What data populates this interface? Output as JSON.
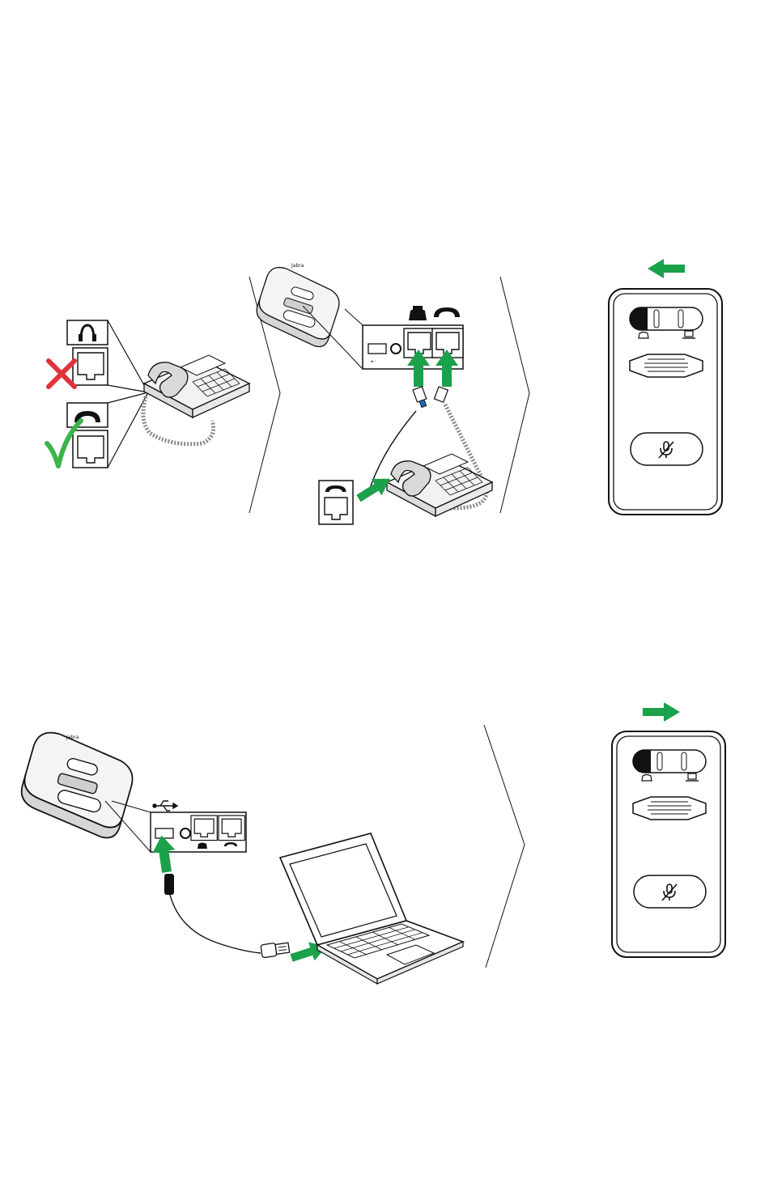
{
  "colors": {
    "line": "#111111",
    "arrow_green": "#1aa14a",
    "cross_red": "#e0323a",
    "check_green": "#3cb44b",
    "grey_fill": "#c9c9c9",
    "light_fill": "#eeeeee",
    "white": "#ffffff"
  },
  "brand_mark": "Jabra",
  "panel_desk_phone": {
    "icons": [
      "headset-port-icon",
      "handset-port-icon",
      "wrong-cross-icon",
      "correct-check-icon"
    ]
  },
  "panel_connect_phone": {
    "top_port_icons": [
      "desk-phone-icon",
      "handset-icon"
    ],
    "ports": [
      "usb-port",
      "aux-jack",
      "phone-port",
      "handset-port"
    ]
  },
  "panel_switch_phone": {
    "slide_direction": "left",
    "switch_icons": [
      "desk-phone-icon",
      "computer-icon"
    ]
  },
  "panel_connect_usb": {
    "top_port_icons": [
      "usb-icon"
    ],
    "ports": [
      "usb-port",
      "aux-jack",
      "phone-port",
      "handset-port"
    ]
  },
  "panel_switch_pc": {
    "slide_direction": "right",
    "switch_icons": [
      "desk-phone-icon",
      "computer-icon"
    ]
  }
}
